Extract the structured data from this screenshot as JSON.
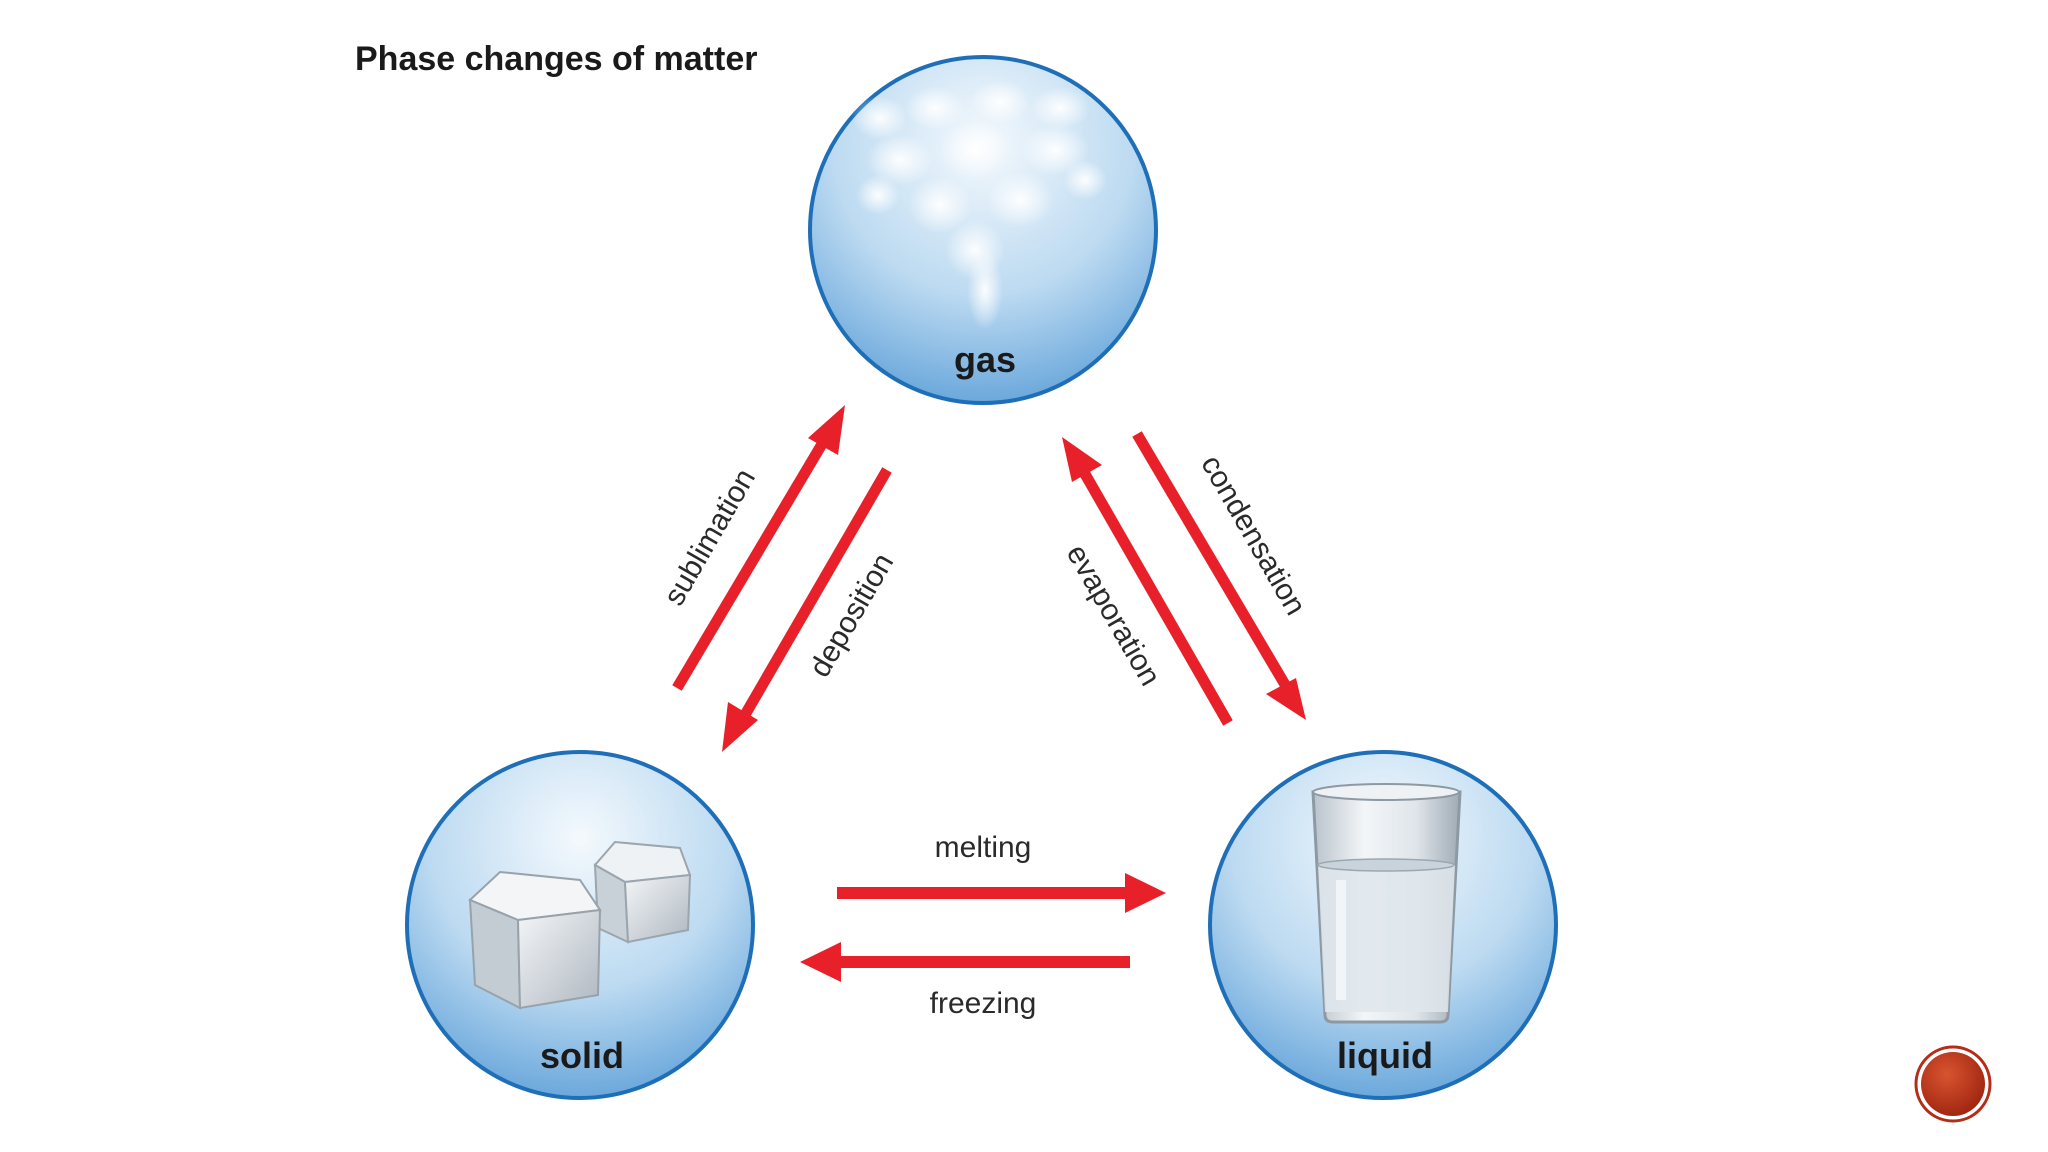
{
  "diagram": {
    "title": "Phase changes of matter",
    "states": {
      "gas": {
        "label": "gas",
        "icon": "steam-cloud-icon"
      },
      "solid": {
        "label": "solid",
        "icon": "ice-cubes-icon"
      },
      "liquid": {
        "label": "liquid",
        "icon": "water-glass-icon"
      }
    },
    "processes": {
      "sublimation": {
        "label": "sublimation",
        "from": "solid",
        "to": "gas"
      },
      "deposition": {
        "label": "deposition",
        "from": "gas",
        "to": "solid"
      },
      "evaporation": {
        "label": "evaporation",
        "from": "liquid",
        "to": "gas"
      },
      "condensation": {
        "label": "condensation",
        "from": "gas",
        "to": "liquid"
      },
      "melting": {
        "label": "melting",
        "from": "solid",
        "to": "liquid"
      },
      "freezing": {
        "label": "freezing",
        "from": "liquid",
        "to": "solid"
      }
    },
    "colors": {
      "arrow": "#e8202a",
      "circle_border": "#1f6fb8",
      "circle_top": "#f4f9fd",
      "circle_bottom": "#6aa9dc",
      "nav_button": "#c2311a"
    }
  },
  "slide_nav": {
    "icon": "next-slide-button-icon"
  }
}
